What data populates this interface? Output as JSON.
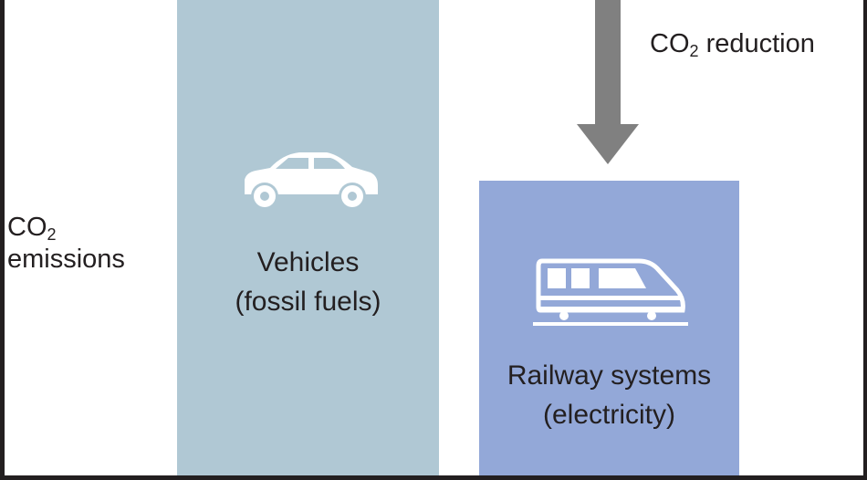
{
  "chart_data": {
    "type": "bar",
    "categories": [
      "Vehicles (fossil fuels)",
      "Railway systems (electricity)"
    ],
    "series": [
      {
        "values": [
          1.0,
          0.62
        ],
        "labels": [
          [
            "Vehicles",
            "(fossil fuels)"
          ],
          [
            "Railway systems",
            "(electricity)"
          ]
        ],
        "colors": [
          "#b0c8d4",
          "#93a8d8"
        ],
        "icons": [
          "car-icon",
          "train-icon"
        ]
      }
    ],
    "ylabel": {
      "line1": "CO",
      "sub": "2",
      "line2": "emissions"
    },
    "annotation": {
      "prefix": "CO",
      "sub": "2",
      "suffix": " reduction",
      "arrow_color": "#808080",
      "direction": "down"
    },
    "ylim": [
      0,
      1.0
    ],
    "grid": false,
    "legend": "none"
  }
}
